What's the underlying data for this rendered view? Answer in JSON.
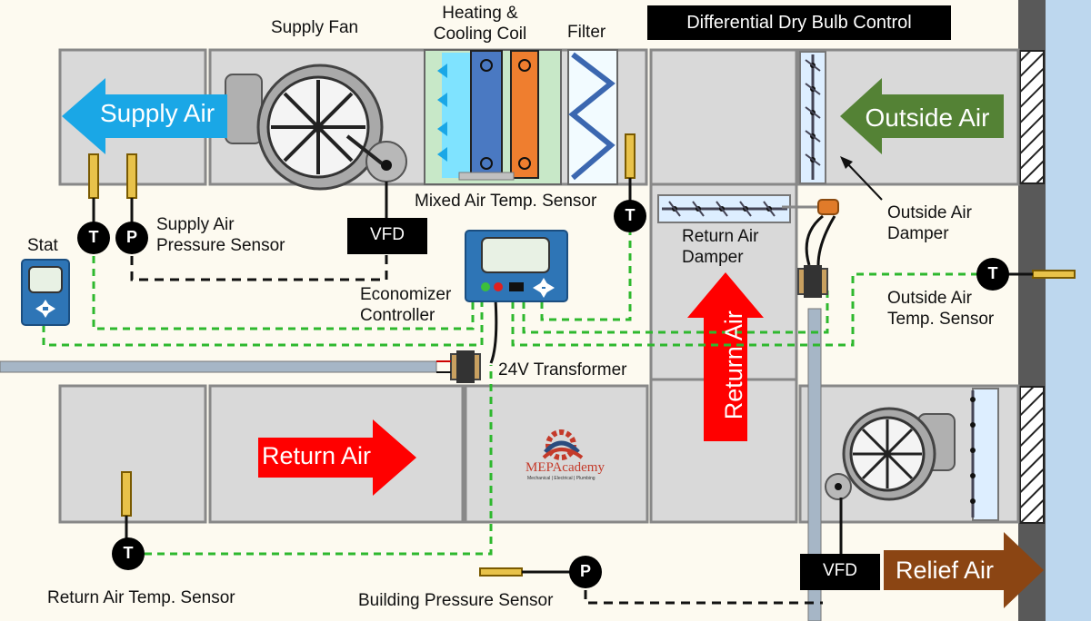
{
  "title": "Differential Dry Bulb Control",
  "labels": {
    "supply_fan": "Supply Fan",
    "heating_cooling_coil": "Heating &\nCooling Coil",
    "filter": "Filter",
    "mixed_air_temp_sensor": "Mixed Air Temp. Sensor",
    "supply_air_pressure_sensor": "Supply Air\nPressure Sensor",
    "stat": "Stat",
    "economizer_controller": "Economizer\nController",
    "transformer": "24V Transformer",
    "return_air_damper": "Return Air\nDamper",
    "outside_air_damper": "Outside Air\nDamper",
    "outside_air_temp_sensor": "Outside Air\nTemp. Sensor",
    "return_air_temp_sensor": "Return Air Temp. Sensor",
    "building_pressure_sensor": "Building Pressure Sensor"
  },
  "arrows": {
    "supply_air": "Supply Air",
    "outside_air": "Outside Air",
    "return_air": "Return Air",
    "return_air_vertical": "Return Air",
    "relief_air": "Relief Air"
  },
  "vfd_label": "VFD",
  "sensor_letters": {
    "temperature": "T",
    "pressure": "P"
  },
  "logo": {
    "name": "MEPAcademy",
    "tagline": "Mechanical | Electrical | Plumbing"
  },
  "colors": {
    "supply_air": "#1aa7e6",
    "outside_air": "#548235",
    "return_air": "#ff0000",
    "relief_air": "#8b4513",
    "control_wire": "#2eb82e",
    "duct_fill": "#d9d9d9",
    "ambient": "#bdd7ee"
  }
}
